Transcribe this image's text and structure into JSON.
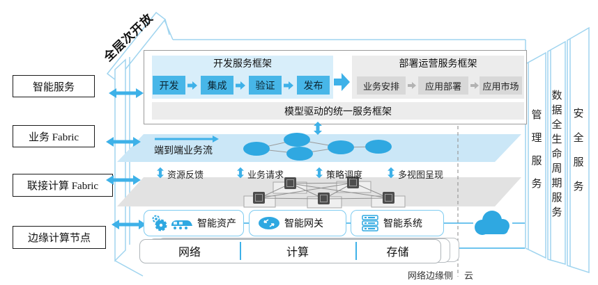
{
  "banner": "全层次开放",
  "left_labels": [
    "智能服务",
    "业务 Fabric",
    "联接计算 Fabric",
    "边缘计算节点"
  ],
  "dev": {
    "title": "开发服务框架",
    "s0": "开发",
    "s1": "集成",
    "s2": "验证",
    "s3": "发布"
  },
  "deploy": {
    "title": "部署运营服务框架",
    "s0": "业务安排",
    "s1": "应用部署",
    "s2": "应用市场"
  },
  "unified": "模型驱动的统一服务框架",
  "flow": "端到端业务流",
  "links": [
    "资源反馈",
    "业务请求",
    "策略调度",
    "多视图呈现"
  ],
  "edge": {
    "n0": "智能资产",
    "n1": "智能网关",
    "n2": "智能系统"
  },
  "res": [
    "网络",
    "计算",
    "存储"
  ],
  "panels": [
    "管理服务",
    "数据全生命周期服务",
    "安全服务"
  ],
  "footer": {
    "edge_side": "网络边缘侧",
    "cloud": "云"
  },
  "colors": {
    "c_blue": "#47b6e8",
    "c_arrow": "#3eb1e8",
    "c_lblue_bg": "#d8eefa",
    "c_plane_blue": "#cbe7f7",
    "c_gray_bg": "#ececec",
    "c_gray_box": "#d8d8d8",
    "c_plane_gray": "#e2e2e2",
    "c_frame": "#9fd4ef",
    "c_icon": "#2fa8e1",
    "c_line": "#999999"
  }
}
